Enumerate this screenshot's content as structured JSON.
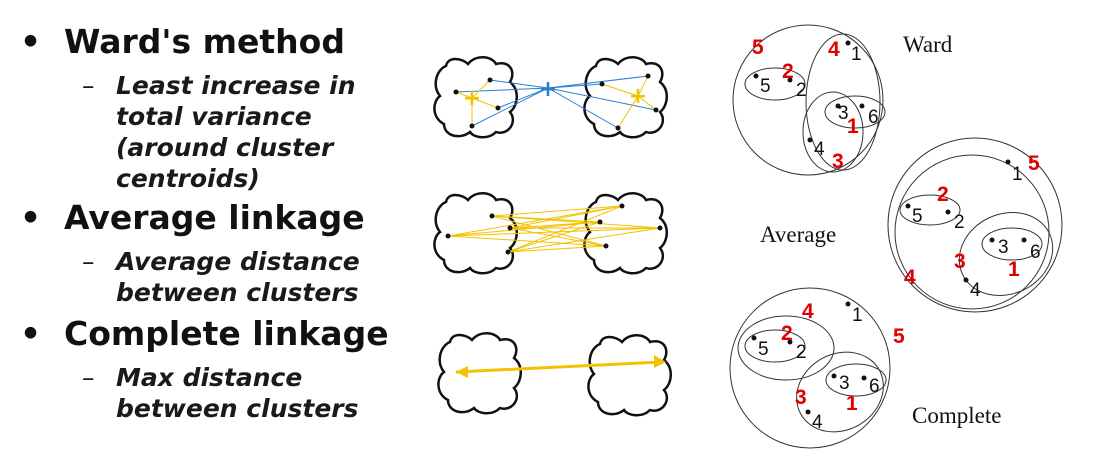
{
  "methods": [
    {
      "title": "Ward's method",
      "lines": [
        "Least increase in",
        "total variance",
        "(around cluster",
        "centroids)"
      ]
    },
    {
      "title": "Average linkage",
      "lines": [
        "Average distance",
        "between clusters"
      ]
    },
    {
      "title": "Complete linkage",
      "lines": [
        "Max distance",
        "between clusters"
      ]
    }
  ],
  "dendro_labels": {
    "ward": "Ward",
    "average": "Average",
    "complete": "Complete"
  },
  "points": [
    "1",
    "2",
    "3",
    "4",
    "5",
    "6"
  ],
  "merge_orders": {
    "ward": [
      "1",
      "2",
      "3",
      "4",
      "5"
    ],
    "average": [
      "1",
      "2",
      "3",
      "4",
      "5"
    ],
    "complete": [
      "1",
      "2",
      "3",
      "4",
      "5"
    ]
  },
  "colors": {
    "text": "#111111",
    "red": "#e00000",
    "yellow": "#f2c200",
    "blue": "#2a7fd4"
  }
}
